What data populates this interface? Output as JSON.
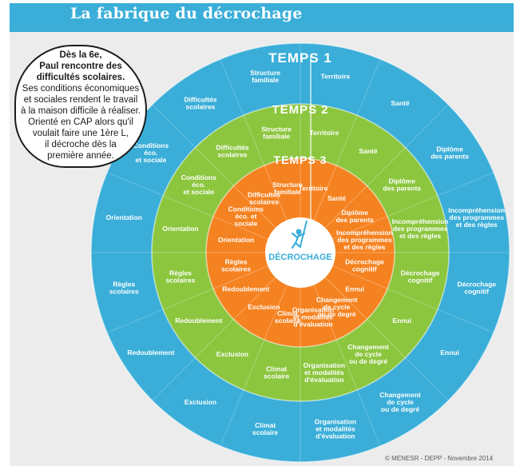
{
  "title": "La fabrique du décrochage",
  "callout": {
    "line1": "Dès la 6e,",
    "line2": "Paul rencontre des",
    "line3": "difficultés scolaires.",
    "line4": "Ses conditions économiques",
    "line5": "et sociales rendent le travail",
    "line6": "à la maison difficile à réaliser.",
    "line7": "Orienté en CAP alors qu'il",
    "line8": "voulait faire une 1ère L,",
    "line9": "il décroche dès la",
    "line10": "première année."
  },
  "center": {
    "label": "DÉCROCHAGE"
  },
  "rings": [
    {
      "title": "TEMPS 1",
      "color": "#3aaed8",
      "labels": [
        [
          "Territoire"
        ],
        [
          "Santé"
        ],
        [
          "Diplôme",
          "des parents"
        ],
        [
          "Incompréhension",
          "des programmes",
          "et des règles"
        ],
        [
          "Décrochage",
          "cognitif"
        ],
        [
          "Ennui"
        ],
        [
          "Changement",
          "de cycle",
          "ou de degré"
        ],
        [
          "Organisation",
          "et modalités",
          "d'évaluation"
        ],
        [
          "Climat",
          "scolaire"
        ],
        [
          "Exclusion"
        ],
        [
          "Redoublement"
        ],
        [
          "Règles",
          "scolaires"
        ],
        [
          "Orientation"
        ],
        [
          "Conditions",
          "éco.",
          "et sociale"
        ],
        [
          "Difficultés",
          "scolaires"
        ],
        [
          "Structure",
          "familiale"
        ]
      ]
    },
    {
      "title": "TEMPS 2",
      "color": "#8cc63f",
      "labels": [
        [
          "Territoire"
        ],
        [
          "Santé"
        ],
        [
          "Diplôme",
          "des parents"
        ],
        [
          "Incompréhension",
          "des programmes",
          "et des règles"
        ],
        [
          "Décrochage",
          "cognitif"
        ],
        [
          "Ennui"
        ],
        [
          "Changement",
          "de cycle",
          "ou de degré"
        ],
        [
          "Organisation",
          "et modalités",
          "d'évaluation"
        ],
        [
          "Climat",
          "scolaire"
        ],
        [
          "Exclusion"
        ],
        [
          "Redoublement"
        ],
        [
          "Règles",
          "scolaires"
        ],
        [
          "Orientation"
        ],
        [
          "Conditions",
          "éco.",
          "et sociale"
        ],
        [
          "Difficultés",
          "scolaires"
        ],
        [
          "Structure",
          "familiale"
        ]
      ]
    },
    {
      "title": "TEMPS 3",
      "color": "#f58220",
      "labels": [
        [
          "Territoire"
        ],
        [
          "Santé"
        ],
        [
          "Diplôme",
          "des parents"
        ],
        [
          "Incompréhension",
          "des programmes",
          "et des règles"
        ],
        [
          "Décrochage",
          "cognitif"
        ],
        [
          "Ennui"
        ],
        [
          "Changement",
          "de cycle",
          "ou de degré"
        ],
        [
          "Organisation",
          "et modalités",
          "d'évaluation"
        ],
        [
          "Climat",
          "scolaire"
        ],
        [
          "Exclusion"
        ],
        [
          "Redoublement"
        ],
        [
          "Règles",
          "scolaires"
        ],
        [
          "Orientation"
        ],
        [
          "Conditions",
          "éco. et",
          "sociale"
        ],
        [
          "Difficultés",
          "scolaires"
        ],
        [
          "Structure",
          "familiale"
        ]
      ]
    }
  ],
  "credit": "© MENESR - DEPP - Novembre 2014",
  "colors": {
    "header": "#3aaed8",
    "center": "#ffffff",
    "center_text": "#3aaed8"
  }
}
